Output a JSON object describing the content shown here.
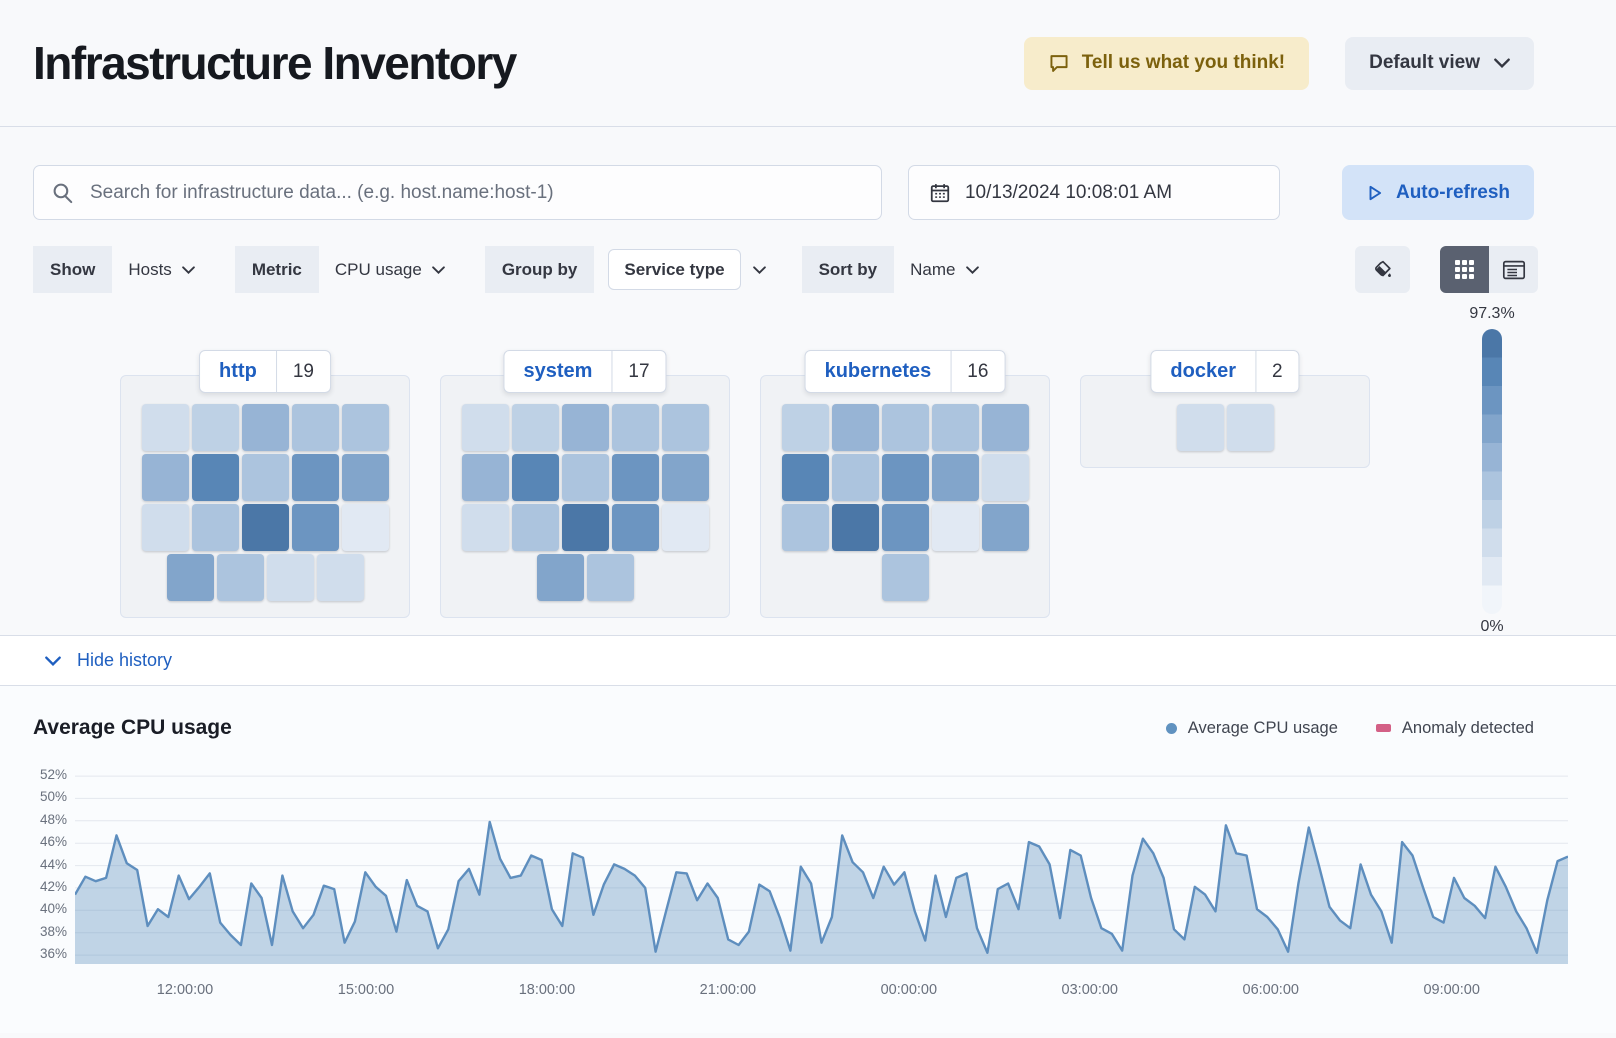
{
  "header": {
    "title": "Infrastructure Inventory",
    "feedback_label": "Tell us what you think!",
    "view_selector_label": "Default view"
  },
  "toolbar": {
    "search_placeholder": "Search for infrastructure data... (e.g. host.name:host-1)",
    "datetime": "10/13/2024 10:08:01 AM",
    "auto_refresh_label": "Auto-refresh"
  },
  "filters": {
    "show_label": "Show",
    "show_value": "Hosts",
    "metric_label": "Metric",
    "metric_value": "CPU usage",
    "group_by_label": "Group by",
    "group_by_value": "Service type",
    "sort_by_label": "Sort by",
    "sort_by_value": "Name"
  },
  "inventory": {
    "legend_max": "97.3%",
    "legend_min": "0%",
    "legend_max_value": 97.3,
    "palette": [
      "#F1F5FA",
      "#E1E9F3",
      "#D0DDEC",
      "#BED1E5",
      "#ACC4DE",
      "#97B4D5",
      "#82A5CB",
      "#6C95C1",
      "#5886B6",
      "#4B77A7"
    ],
    "groups": [
      {
        "name": "http",
        "count": 19,
        "cells": [
          22,
          32,
          51,
          42,
          42,
          51,
          81,
          42,
          71,
          61,
          22,
          42,
          90,
          71,
          12,
          61,
          42,
          22,
          22
        ]
      },
      {
        "name": "system",
        "count": 17,
        "cells": [
          22,
          32,
          51,
          42,
          42,
          51,
          81,
          42,
          71,
          61,
          22,
          42,
          90,
          71,
          12,
          61,
          42
        ]
      },
      {
        "name": "kubernetes",
        "count": 16,
        "cells": [
          32,
          51,
          42,
          42,
          51,
          81,
          42,
          71,
          61,
          22,
          42,
          90,
          71,
          12,
          61,
          42
        ]
      },
      {
        "name": "docker",
        "count": 2,
        "cells": [
          22,
          22
        ]
      }
    ]
  },
  "history": {
    "toggle_label": "Hide history"
  },
  "chart_data": {
    "type": "area",
    "title": "Average CPU usage",
    "legend": [
      {
        "label": "Average CPU usage",
        "color": "#6092C0",
        "shape": "dot"
      },
      {
        "label": "Anomaly detected",
        "color": "#D36086",
        "shape": "rect"
      }
    ],
    "series": [
      {
        "name": "Average CPU usage",
        "color": "#6092C0",
        "values": [
          41.4,
          43.0,
          42.6,
          42.9,
          46.7,
          44.2,
          43.6,
          38.6,
          40.1,
          39.4,
          43.1,
          41.0,
          42.1,
          43.3,
          38.9,
          37.8,
          36.9,
          42.4,
          41.1,
          36.9,
          43.1,
          39.9,
          38.4,
          39.6,
          42.2,
          41.9,
          37.1,
          39.0,
          43.4,
          42.1,
          41.3,
          38.1,
          42.7,
          40.4,
          39.9,
          36.6,
          38.3,
          42.6,
          43.7,
          41.4,
          47.9,
          44.6,
          42.9,
          43.1,
          44.9,
          44.5,
          40.1,
          38.6,
          45.1,
          44.7,
          39.6,
          42.3,
          44.1,
          43.7,
          43.1,
          42.0,
          36.3,
          39.9,
          43.4,
          43.3,
          40.9,
          42.4,
          41.1,
          37.4,
          36.9,
          38.1,
          42.3,
          41.7,
          39.3,
          36.4,
          43.9,
          42.4,
          37.1,
          39.4,
          46.7,
          44.3,
          43.4,
          41.1,
          43.9,
          42.3,
          43.4,
          39.9,
          37.3,
          43.1,
          39.4,
          42.9,
          43.3,
          38.4,
          36.2,
          41.9,
          42.4,
          40.1,
          46.1,
          45.7,
          44.1,
          39.3,
          45.4,
          44.9,
          41.1,
          38.4,
          37.9,
          36.4,
          43.1,
          46.4,
          45.1,
          42.9,
          38.3,
          37.4,
          42.1,
          41.4,
          39.9,
          47.6,
          45.1,
          44.9,
          40.1,
          39.4,
          38.3,
          36.3,
          42.4,
          47.4,
          43.9,
          40.3,
          39.1,
          38.4,
          44.1,
          41.4,
          39.9,
          37.1,
          46.1,
          44.9,
          42.1,
          39.4,
          38.9,
          42.9,
          41.1,
          40.4,
          39.3,
          43.9,
          42.1,
          39.9,
          38.4,
          36.2,
          40.9,
          44.4,
          44.8
        ]
      }
    ],
    "ylim": [
      35.2,
      52.9
    ],
    "y_ticks": [
      36,
      38,
      40,
      42,
      44,
      46,
      48,
      50,
      52
    ],
    "y_tick_suffix": "%",
    "x_ticks": [
      "12:00:00",
      "15:00:00",
      "18:00:00",
      "21:00:00",
      "00:00:00",
      "03:00:00",
      "06:00:00",
      "09:00:00"
    ],
    "x_tick_fractions": [
      0.0737,
      0.1949,
      0.3161,
      0.4373,
      0.5585,
      0.6797,
      0.8009,
      0.9221
    ],
    "grid": true,
    "legend_position": "top-right",
    "fill_opacity": 0.38
  }
}
